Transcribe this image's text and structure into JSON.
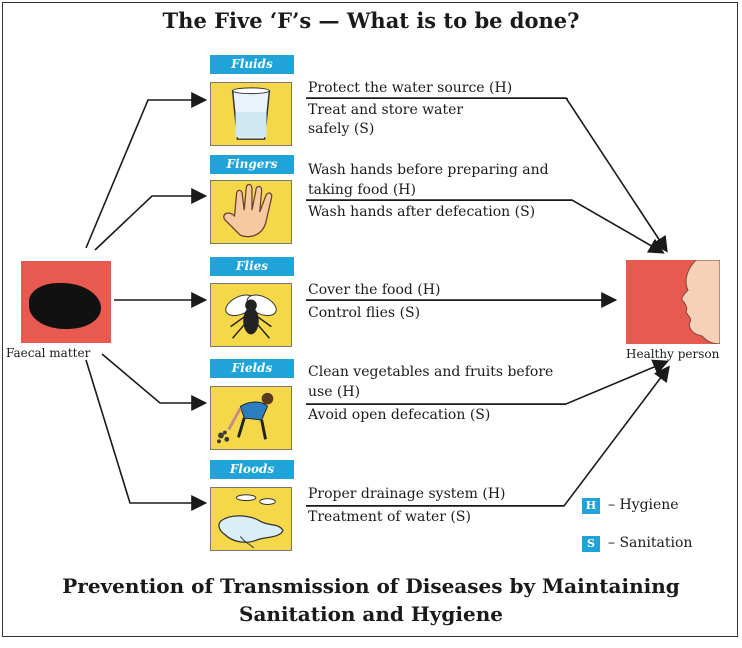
{
  "title": "The Five ‘F’s — What is to be done?",
  "caption_line1": "Prevention of Transmission of Diseases by Maintaining",
  "caption_line2": "Sanitation and Hygiene",
  "source": {
    "label": "Faecal matter"
  },
  "target": {
    "label": "Healthy person"
  },
  "colors": {
    "tag_blue": "#1fa3d8",
    "panel_yellow": "#f4d84a",
    "source_red": "#e85a4f"
  },
  "fs": [
    {
      "tag": "Fluids",
      "icon": "glass-icon",
      "lines": [
        "Protect the water source (H)",
        "Treat and store water",
        "safely (S)"
      ]
    },
    {
      "tag": "Fingers",
      "icon": "hand-icon",
      "lines": [
        "Wash hands before preparing and",
        "taking food (H)",
        "Wash hands after defecation (S)"
      ]
    },
    {
      "tag": "Flies",
      "icon": "fly-icon",
      "lines": [
        "Cover the food (H)",
        "Control flies (S)"
      ]
    },
    {
      "tag": "Fields",
      "icon": "person-field-icon",
      "lines": [
        "Clean vegetables and fruits before",
        "use (H)",
        "Avoid open defecation (S)"
      ]
    },
    {
      "tag": "Floods",
      "icon": "water-puddle-icon",
      "lines": [
        "Proper drainage system (H)",
        "Treatment of water (S)"
      ]
    }
  ],
  "legend": [
    {
      "icon": "hygiene-icon",
      "label": "– Hygiene"
    },
    {
      "icon": "sanitation-icon",
      "label": "– Sanitation"
    }
  ]
}
